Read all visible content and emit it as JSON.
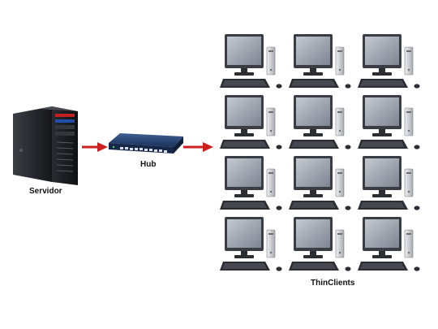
{
  "labels": {
    "server": "Servidor",
    "hub": "Hub",
    "clients": "ThinClients"
  },
  "client_grid": {
    "rows": 4,
    "columns": 3
  },
  "colors": {
    "background": "#ffffff",
    "arrow": "#cc1f1f",
    "server_body": "#1b1b1f",
    "hub_body": "#1d3a66",
    "monitor_bezel": "#3a3d44",
    "monitor_screen": "#9aa1ac",
    "keyboard": "#2b2d32",
    "tower": "#d9dadc"
  }
}
